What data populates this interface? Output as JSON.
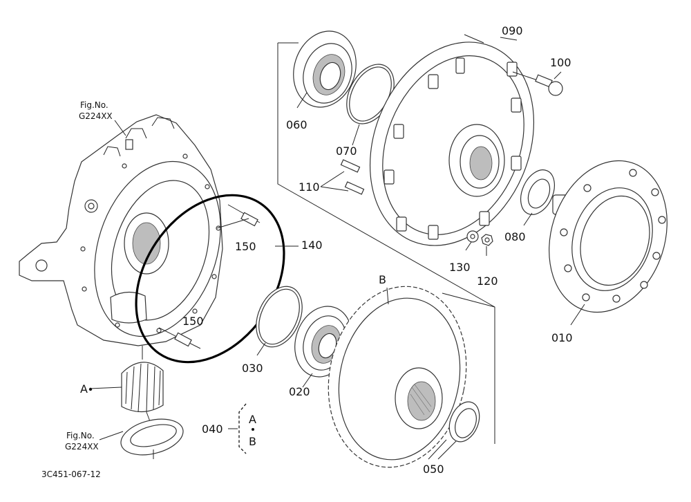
{
  "diagram": {
    "callouts": {
      "c010": "010",
      "c020": "020",
      "c030": "030",
      "c040": "040",
      "c050": "050",
      "c060": "060",
      "c070": "070",
      "c080": "080",
      "c090": "090",
      "c100": "100",
      "c110": "110",
      "c120": "120",
      "c130": "130",
      "c140": "140",
      "c150a": "150",
      "c150b": "150"
    },
    "refs": {
      "fig_label_top": "Fig.No.",
      "fig_code_top": "G224XX",
      "fig_label_bottom": "Fig.No.",
      "fig_code_bottom": "G224XX",
      "marker_a": "A",
      "marker_b": "B",
      "group_a": "A",
      "group_b": "B"
    },
    "drawing_code": "3C451-067-12"
  }
}
